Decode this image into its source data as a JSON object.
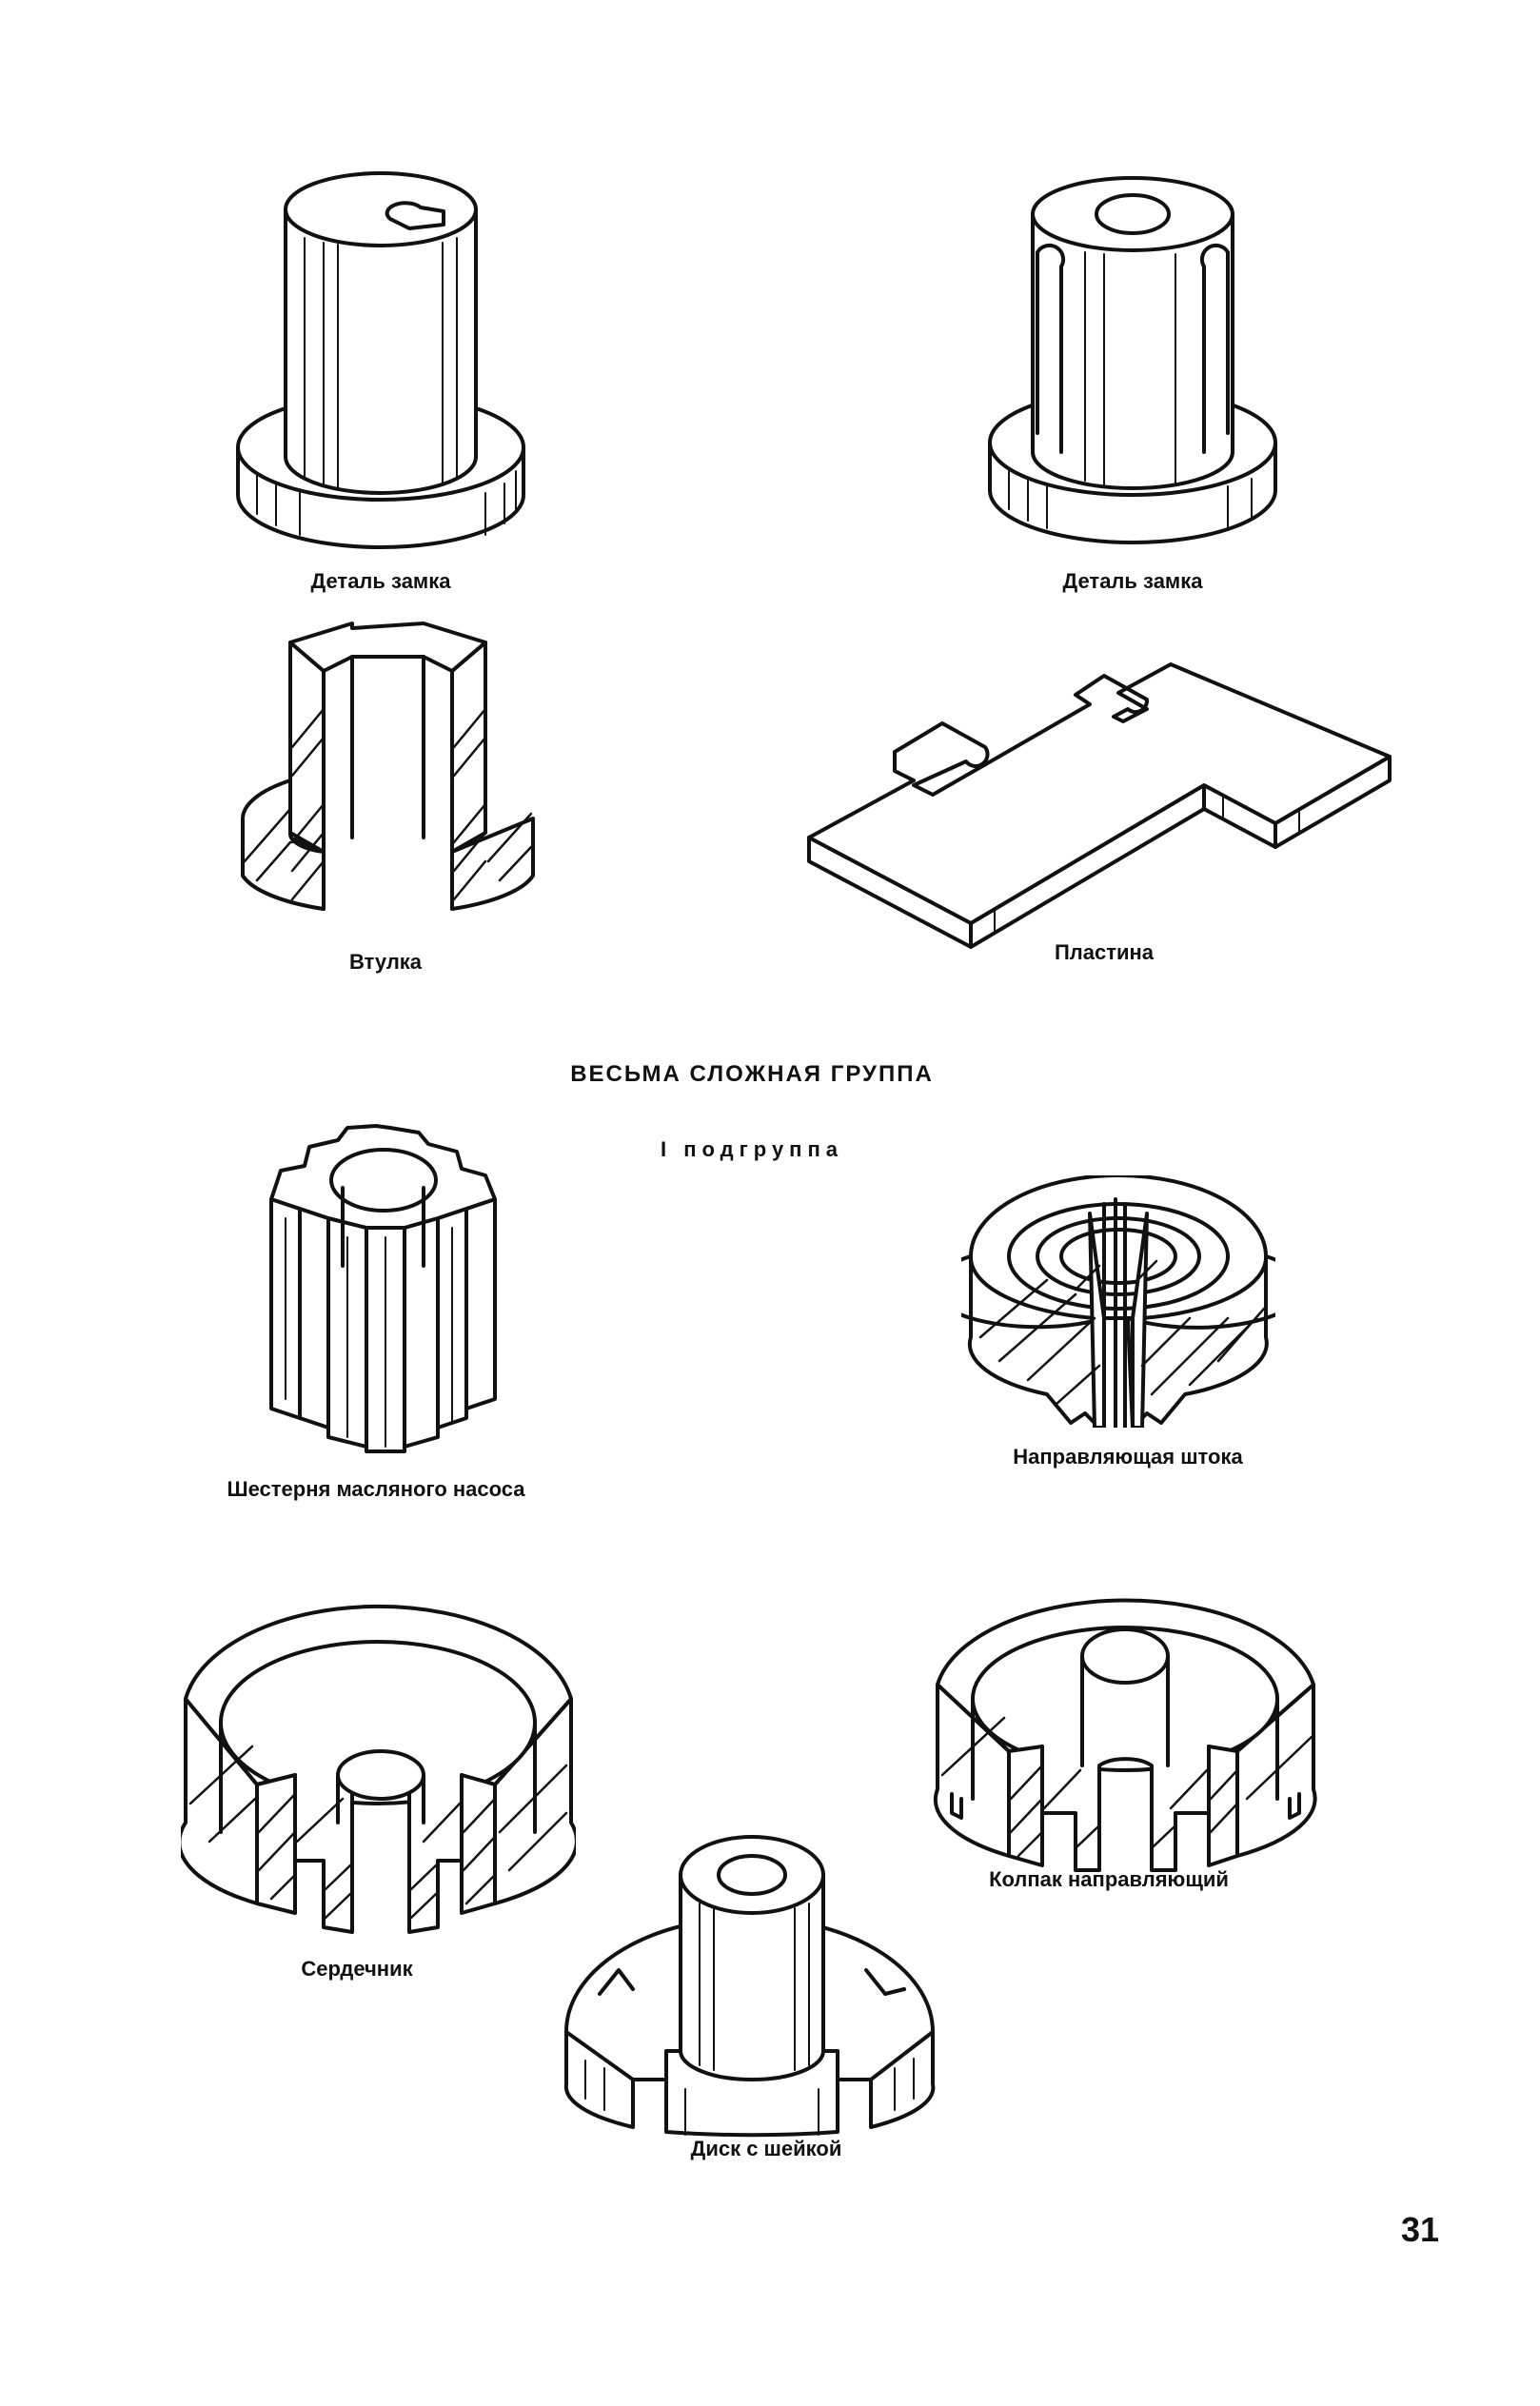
{
  "headings": {
    "group_title": "ВЕСЬМА СЛОЖНАЯ ГРУППА",
    "subgroup_title": "I подгруппа"
  },
  "captions": {
    "lock_part_1": "Деталь замка",
    "lock_part_2": "Деталь замка",
    "bushing": "Втулка",
    "plate": "Пластина",
    "oil_pump_gear": "Шестерня масляного насоса",
    "rod_guide": "Направляющая штока",
    "core": "Сердечник",
    "guide_cap": "Колпак направляющий",
    "necked_disc": "Диск с шейкой"
  },
  "page_number": "31"
}
